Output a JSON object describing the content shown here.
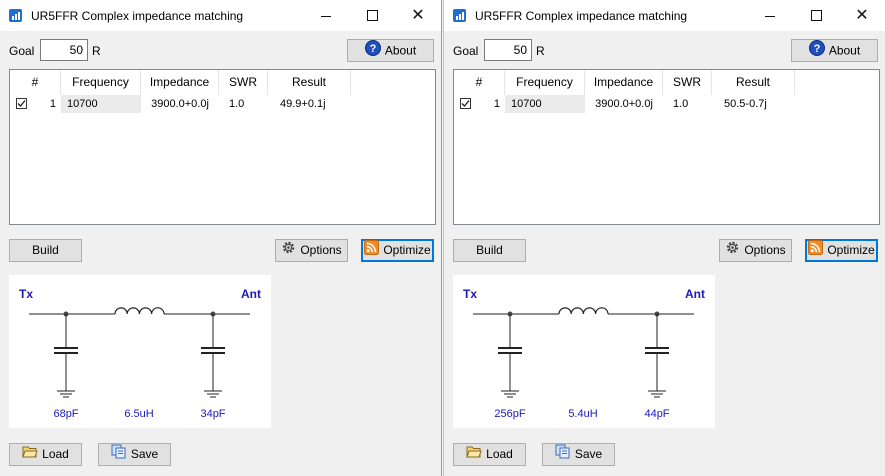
{
  "windows": [
    {
      "title": "UR5FFR Complex impedance matching",
      "goal_label": "Goal",
      "goal_value": "50",
      "goal_unit": "R",
      "about_label": "About",
      "table": {
        "headers": [
          "#",
          "Frequency",
          "Impedance",
          "SWR",
          "Result"
        ],
        "rows": [
          {
            "checked": true,
            "num": "1",
            "frequency": "10700",
            "impedance": "3900.0+0.0j",
            "swr": "1.0",
            "result": "49.9+0.1j"
          }
        ]
      },
      "build_label": "Build",
      "options_label": "Options",
      "optimize_label": "Optimize",
      "schematic": {
        "tx": "Tx",
        "ant": "Ant",
        "c1": "68pF",
        "l1": "6.5uH",
        "c2": "34pF"
      },
      "load_label": "Load",
      "save_label": "Save"
    },
    {
      "title": "UR5FFR Complex impedance matching",
      "goal_label": "Goal",
      "goal_value": "50",
      "goal_unit": "R",
      "about_label": "About",
      "table": {
        "headers": [
          "#",
          "Frequency",
          "Impedance",
          "SWR",
          "Result"
        ],
        "rows": [
          {
            "checked": true,
            "num": "1",
            "frequency": "10700",
            "impedance": "3900.0+0.0j",
            "swr": "1.0",
            "result": "50.5-0.7j"
          }
        ]
      },
      "build_label": "Build",
      "options_label": "Options",
      "optimize_label": "Optimize",
      "schematic": {
        "tx": "Tx",
        "ant": "Ant",
        "c1": "256pF",
        "l1": "5.4uH",
        "c2": "44pF"
      },
      "load_label": "Load",
      "save_label": "Save"
    }
  ],
  "colors": {
    "accent": "#0078d7",
    "schematic_text": "#1a1ab8",
    "optimize_icon": "#f08a24",
    "about_icon": "#1f4fbf"
  },
  "icons": {
    "about": "help-icon",
    "options": "gear-icon",
    "optimize": "rss-feed-icon",
    "load": "folder-open-icon",
    "save": "save-files-icon"
  }
}
